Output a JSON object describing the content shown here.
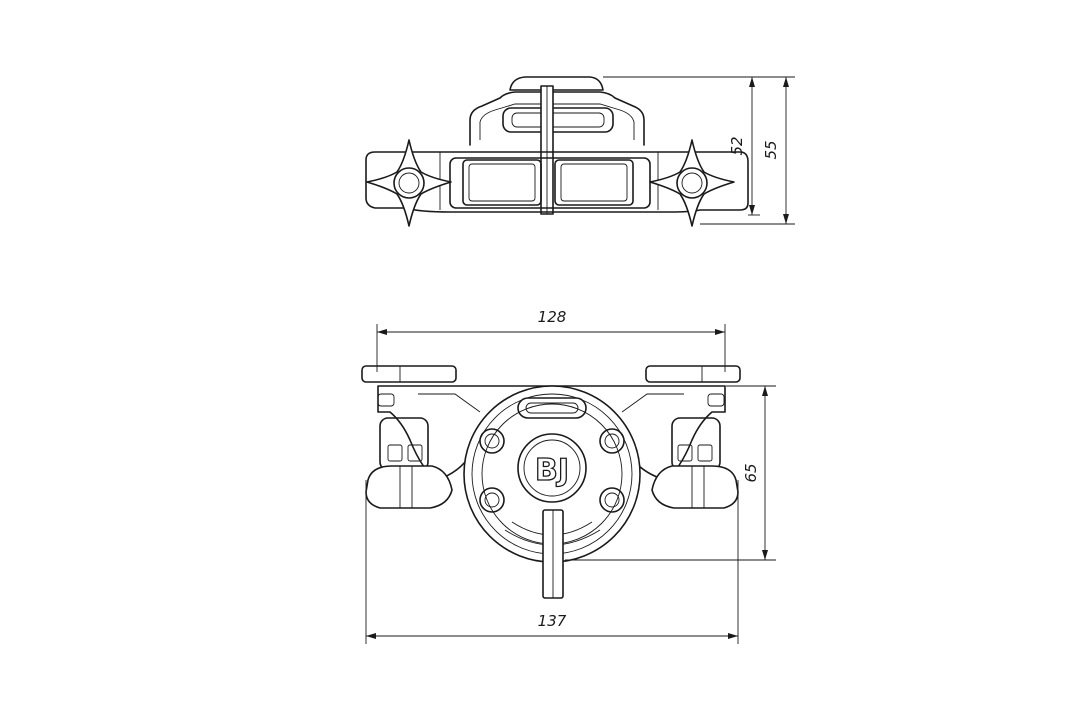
{
  "dimensions": {
    "top_view_height_inner": "52",
    "top_view_height_outer": "55",
    "bottom_view_width_top": "128",
    "bottom_view_height": "65",
    "bottom_view_width_bottom": "137"
  },
  "logo_letters": "BJ",
  "colors": {
    "line": "#1a1a1a",
    "background": "#ffffff"
  }
}
